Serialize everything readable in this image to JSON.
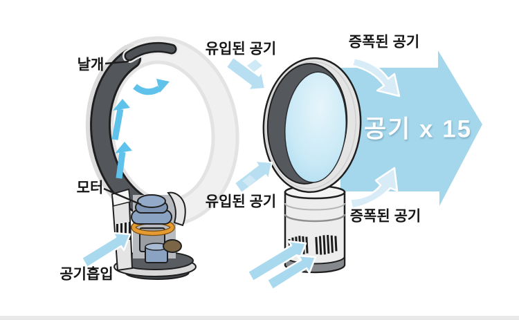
{
  "diagram": {
    "left_fan": {
      "labels": {
        "blade": "날개",
        "motor": "모터",
        "air_intake": "공기흡입"
      }
    },
    "right_fan": {
      "labels": {
        "inflow_top": "유입된 공기",
        "inflow_bottom": "유입된 공기",
        "amplified_top": "증폭된 공기",
        "amplified_bottom": "증폭된 공기"
      }
    },
    "output": {
      "multiplier": "공기 x 15"
    },
    "colors": {
      "background": "#ffffff",
      "footer_strip": "#e9e9e9",
      "big_arrow_blue": "#a4d6ec",
      "soft_arrow_blue": "#a9d9ee",
      "inflow_arrow_blue": "#b7dff1",
      "pale_arrow_blue": "#d8ecf8",
      "flow_arrow_blue": "#5fc2ea",
      "ring_dark_gray": "#54575b",
      "ring_light_gray": "#e4e4e4",
      "disc_blue": "#bfe4f4",
      "motor_blue_gray": "#8ba3c2",
      "coil_orange": "#e69b30",
      "label_text": "#161616"
    }
  }
}
